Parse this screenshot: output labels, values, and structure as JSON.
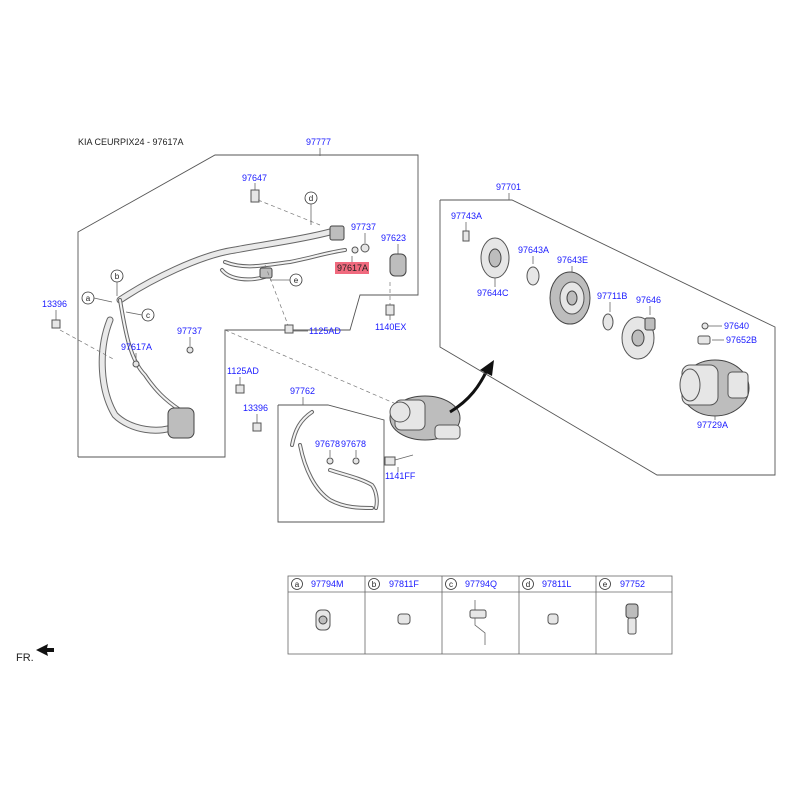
{
  "header": {
    "title": "KIA CEURPIX24 - 97617A"
  },
  "direction_label": "FR.",
  "callouts": {
    "a": "a",
    "b": "b",
    "c": "c",
    "d": "d",
    "e": "e"
  },
  "part_numbers": {
    "p97777": "97777",
    "p97647": "97647",
    "p97737_top": "97737",
    "p97623": "97623",
    "p97617A_top": "97617A",
    "p1140EX": "1140EX",
    "p13396_left": "13396",
    "p97737_mid": "97737",
    "p1125AD_top": "1125AD",
    "p97617A_left": "97617A",
    "p1125AD_mid": "1125AD",
    "p13396_mid": "13396",
    "p97762": "97762",
    "p97678_a": "97678",
    "p97678_b": "97678",
    "p1141FF": "1141FF",
    "p97701": "97701",
    "p97743A": "97743A",
    "p97643A": "97643A",
    "p97643E": "97643E",
    "p97644C": "97644C",
    "p97711B": "97711B",
    "p97646": "97646",
    "p97640": "97640",
    "p97652B": "97652B",
    "p97729A": "97729A"
  },
  "legend_table": [
    {
      "tag": "a",
      "part": "97794M"
    },
    {
      "tag": "b",
      "part": "97811F"
    },
    {
      "tag": "c",
      "part": "97794Q"
    },
    {
      "tag": "d",
      "part": "97811L"
    },
    {
      "tag": "e",
      "part": "97752"
    }
  ],
  "highlight_color": "#f06a7e",
  "link_color": "#1a1aff"
}
